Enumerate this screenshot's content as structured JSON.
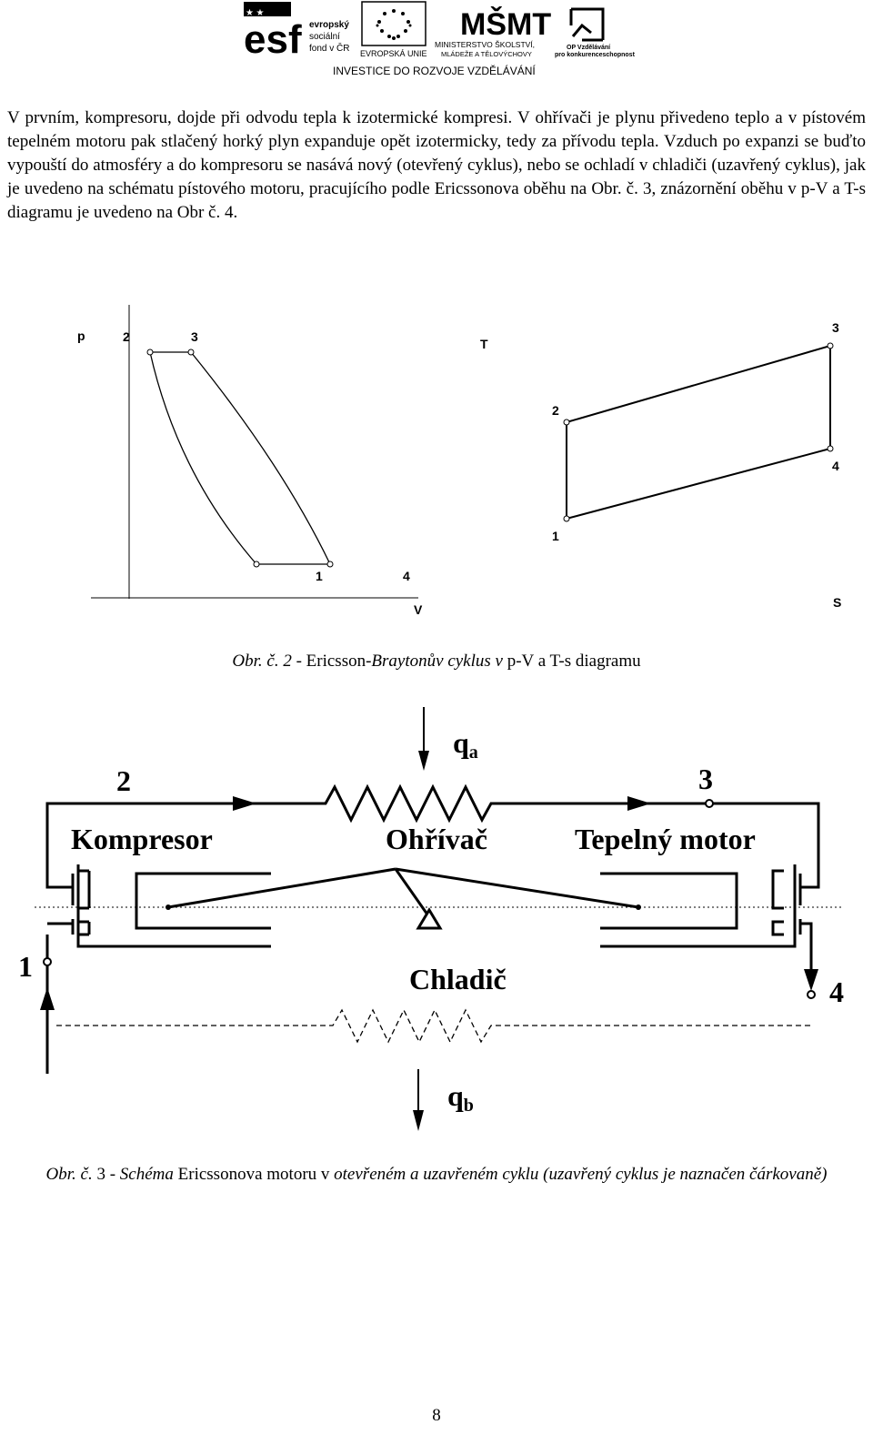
{
  "header": {
    "esf_mark": "esf",
    "esf_text": [
      "evropský",
      "sociální",
      "fond v ČR"
    ],
    "eu_text": "EVROPSKÁ UNIE",
    "msmt_mark": "MŠMT",
    "msmt_text": [
      "MINISTERSTVO ŠKOLSTVÍ,",
      "MLÁDEŽE A TĚLOVÝCHOVY"
    ],
    "op_text": [
      "OP Vzdělávání",
      "pro konkurenceschopnost"
    ],
    "slogan": "INVESTICE DO ROZVOJE VZDĚLÁVÁNÍ"
  },
  "paragraph": "V prvním, kompresoru, dojde při odvodu tepla k izotermické kompresi. V ohřívači je plynu přivedeno teplo a v pístovém tepelném motoru pak stlačený horký plyn expanduje opět izotermicky, tedy za přívodu tepla. Vzduch po expanzi se buďto vypouští do atmosféry a do kompresoru se nasává nový (otevřený cyklus), nebo se ochladí v chladiči (uzavřený cyklus), jak je uvedeno na schématu pístového motoru, pracujícího podle Ericssonova oběhu na Obr. č. 3, znázornění oběhu v p-V a T-s diagramu je uvedeno na Obr č. 4.",
  "pv_diagram": {
    "y_axis": "p",
    "x_axis": "V",
    "points": [
      "2",
      "3",
      "1",
      "4"
    ]
  },
  "ts_diagram": {
    "y_axis": "T",
    "x_axis": "S",
    "points": [
      "3",
      "2",
      "4",
      "1"
    ]
  },
  "caption2": {
    "p1": "Obr. č. 2",
    "p2": " - Ericsson-",
    "p3": "Braytonův cyklus v",
    "p4": " p-V a T-s diagramu"
  },
  "schema": {
    "qa": "q",
    "qa_sub": "a",
    "qb": "q",
    "qb_sub": "b",
    "point2": "2",
    "point3": "3",
    "point1": "1",
    "point4": "4",
    "compressor": "Kompresor",
    "heater": "Ohřívač",
    "engine": "Tepelný motor",
    "cooler": "Chladič"
  },
  "caption3": {
    "p1": "Obr. č.",
    "p2": " 3 - ",
    "p3": "Schéma",
    "p4": " Ericssonova motoru v ",
    "p5": "otevřeném a uzavřeném cyklu (uzavřený cyklus je naznačen čárkovaně)"
  },
  "page_number": "8"
}
